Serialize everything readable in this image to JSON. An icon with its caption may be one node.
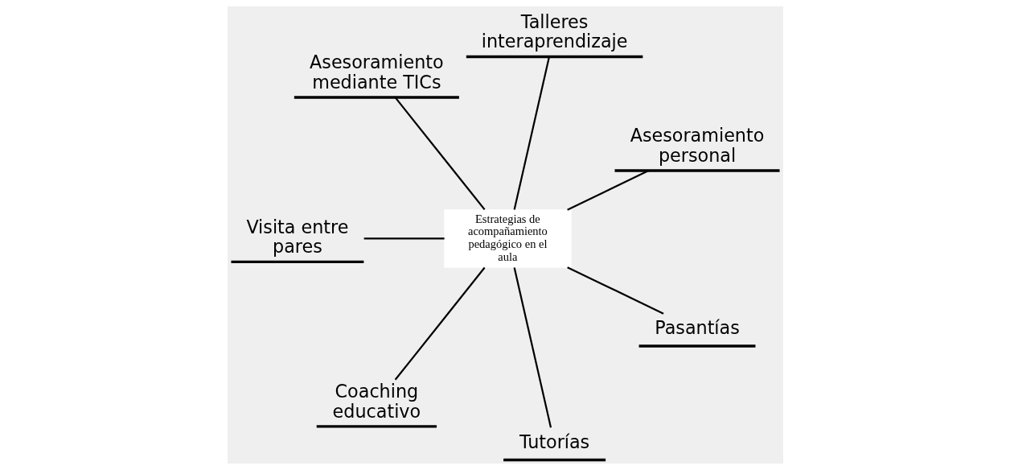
{
  "diagram": {
    "nodes": [
      {
        "text": [
          "Estrategias de acompañamiento pedagógico en el aula"
        ]
      },
      {
        "text": [
          "Asesoramiento personal"
        ]
      },
      {
        "text": [
          "Talleres interaprendizaje"
        ]
      },
      {
        "text": [
          "Asesoramiento mediante TICs"
        ]
      },
      {
        "text": [
          "Visita entre pares"
        ]
      },
      {
        "text": [
          "Coaching educativo"
        ]
      },
      {
        "text": [
          "Tutorías"
        ]
      },
      {
        "text": [
          "Pasantías"
        ]
      }
    ],
    "edges": [
      {
        "from": 0,
        "to": 1,
        "arrow": "none"
      },
      {
        "from": 0,
        "to": 2,
        "arrow": "none"
      },
      {
        "from": 0,
        "to": 3,
        "arrow": "none"
      },
      {
        "from": 0,
        "to": 4,
        "arrow": "none"
      },
      {
        "from": 0,
        "to": 5,
        "arrow": "none"
      },
      {
        "from": 0,
        "to": 6,
        "arrow": "none"
      },
      {
        "from": 0,
        "to": 7,
        "arrow": "none"
      }
    ]
  }
}
